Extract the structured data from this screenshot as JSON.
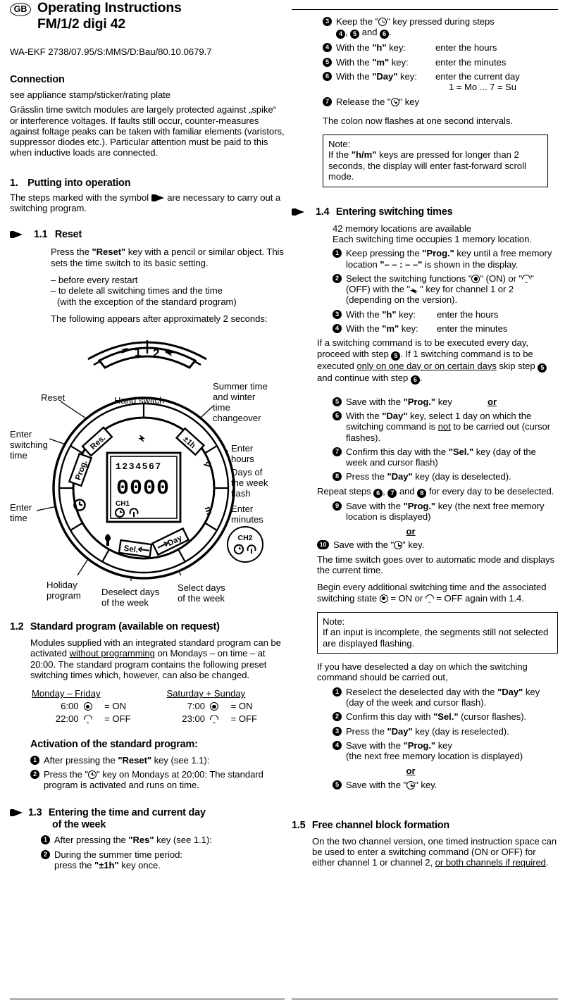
{
  "header": {
    "locale_badge": "GB",
    "title_line1": "Operating Instructions",
    "title_line2": "FM/1/2 digi 42",
    "doc_code": "WA-EKF 2738/07.95/S:MMS/D:Bau/80.10.0679.7"
  },
  "connection": {
    "heading": "Connection",
    "line1": "see appliance stamp/sticker/rating plate",
    "body": "Grässlin time switch modules are largely protected against „spike“ or interference voltages. If faults still occur, counter-measures against foltage peaks can be taken with familiar elements (varistors, suppressor diodes etc.). Particular attention must be paid to this when inductive loads are connected."
  },
  "section1": {
    "number": "1.",
    "heading": "Putting into operation",
    "intro_a": "The steps marked with the symbol",
    "intro_b": "are necessary to carry out a switching program."
  },
  "section11": {
    "number": "1.1",
    "heading": "Reset",
    "p1": "Press the",
    "key": "\"Reset\"",
    "p1b": "key with a pencil or similar object. This sets the time switch to its basic setting.",
    "bullet1": "– before every restart",
    "bullet2": "– to delete all switching times and the time",
    "bullet2b": "(with the exception of the standard program)",
    "p2": "The following appears after approximately 2 seconds:"
  },
  "arc_display": {
    "ch1": "1",
    "ch2": "2"
  },
  "diagram": {
    "labels": {
      "reset": "Reset",
      "hand_switch": "Hand switch",
      "summer_winter": "Summer time\nand winter\ntime\nchangeover",
      "enter_switching_time": "Enter\nswitching\ntime",
      "enter_hours": "Enter\nhours",
      "days_flash": "Days of\nthe week\nflash",
      "enter_time": "Enter\ntime",
      "enter_minutes": "Enter\nminutes",
      "holiday_program": "Holiday\nprogram",
      "deselect_days": "Deselect days\nof the week",
      "select_days": "Select days\nof the week"
    },
    "dial_buttons": {
      "reset": "Res.",
      "prog": "Prog.",
      "sel": "Sel.",
      "day": "Day",
      "pm1h": "±1h"
    },
    "lcd": {
      "days": "1234567",
      "time": "0000",
      "channel": "CH1"
    },
    "ch2_badge": {
      "label": "CH2"
    }
  },
  "section12": {
    "number": "1.2",
    "heading": "Standard program (available on request)",
    "p1a": "Modules supplied with an integrated standard program can be activated",
    "p1_underlined": "without programming",
    "p1b": "on Mondays – on time – at 20:00. The standard program contains the following preset switching times which, however, can also be changed.",
    "table": {
      "col1_header": "Monday – Friday",
      "col2_header": "Saturday + Sunday",
      "rows": [
        {
          "t1": "6:00",
          "s1": "on",
          "l1": "= ON",
          "t2": "7:00",
          "s2": "on",
          "l2": "= ON"
        },
        {
          "t1": "22:00",
          "s1": "off",
          "l1": "= OFF",
          "t2": "23:00",
          "s2": "off",
          "l2": "= OFF"
        }
      ]
    },
    "activation_heading": "Activation of the standard program:",
    "steps": [
      {
        "n": "1",
        "text_a": "After pressing the",
        "key": "\"Reset\"",
        "text_b": "key (see 1.1):"
      },
      {
        "n": "2",
        "text_a": "Press the \"",
        "key": "",
        "text_b": "\" key on Mondays at 20:00: The standard program is activated and runs on time."
      }
    ]
  },
  "section13": {
    "number": "1.3",
    "heading_line1": "Entering the time and current day",
    "heading_line2": "of the week",
    "steps": [
      {
        "n": "1",
        "text_a": "After pressing the",
        "key": "\"Res\"",
        "text_b": "key (see 1.1):"
      },
      {
        "n": "2",
        "text_a": "During the summer time period:",
        "key": "\"±1h\"",
        "text_b": "press the",
        "text_c": "key once."
      }
    ]
  },
  "section13_cont": {
    "steps": [
      {
        "n": "3",
        "text_a": "Keep the \"",
        "text_b": "\" key pressed during steps",
        "refs_line": "4, 5 and 6."
      },
      {
        "n": "4",
        "text_a": "With the",
        "key": "\"h\"",
        "text_b": "key:",
        "result": "enter the hours"
      },
      {
        "n": "5",
        "text_a": "With the",
        "key": "\"m\"",
        "text_b": "key:",
        "result": "enter the minutes"
      },
      {
        "n": "6",
        "text_a": "With the",
        "key": "\"Day\"",
        "text_b": "key:",
        "result": "enter the current day",
        "result2": "1 = Mo ... 7 = Su"
      },
      {
        "n": "7",
        "text_a": "Release the \"",
        "text_b": "\" key"
      }
    ],
    "colon_note": "The colon now flashes at one second intervals.",
    "note": {
      "title": "Note:",
      "body_a": "If the",
      "key": "\"h/m\"",
      "body_b": "keys are pressed for longer than 2 seconds, the display will enter fast-forward scroll mode."
    }
  },
  "section14": {
    "number": "1.4",
    "heading": "Entering switching times",
    "p1": "42 memory locations are available",
    "p2": "Each switching time occupies 1 memory location.",
    "steps": [
      {
        "n": "1",
        "a": "Keep pressing the",
        "key": "\"Prog.\"",
        "b": "key until a free memory location",
        "key2": "\"– – : – –\"",
        "c": "is shown in the display."
      },
      {
        "n": "2",
        "a": "Select the switching functions \"",
        "b": "\" (ON) or \"",
        "c": "\" (OFF) with the \"",
        "d": "\" key for channel 1 or 2 (depending on the version)."
      },
      {
        "n": "3",
        "a": "With the",
        "key": "\"h\"",
        "b": "key:",
        "result": "enter the hours"
      },
      {
        "n": "4",
        "a": "With the",
        "key": "\"m\"",
        "b": "key:",
        "result": "enter the minutes"
      }
    ],
    "para_mid_a": "If a switching command is to be executed every day, proceed with step",
    "para_mid_b": ". If 1 switching command is to be executed",
    "para_mid_underline": "only on one day or on certain days",
    "para_mid_c": "skip step",
    "para_mid_d": "and continue with step",
    "steps2": [
      {
        "n": "5",
        "a": "Save with the",
        "key": "\"Prog.\"",
        "b": "key",
        "or": "or"
      },
      {
        "n": "6",
        "a": "With the",
        "key": "\"Day\"",
        "b": "key, select 1 day on which the switching command is",
        "u": "not",
        "c": "to be carried out (cursor flashes)."
      },
      {
        "n": "7",
        "a": "Confirm this day with the",
        "key": "\"Sel.\"",
        "b": "key (day of the week and cursor flash)"
      },
      {
        "n": "8",
        "a": "Press the",
        "key": "\"Day\"",
        "b": "key (day is deselected)."
      }
    ],
    "repeat_a": "Repeat steps",
    "repeat_b": ",",
    "repeat_c": "and",
    "repeat_d": "for every day to be deselected.",
    "steps3": [
      {
        "n": "9",
        "a": "Save with the",
        "key": "\"Prog.\"",
        "b": "key (the next free memory location is displayed)"
      }
    ],
    "or_label": "or",
    "step10": {
      "n": "10",
      "a": "Save with the \"",
      "b": "\" key."
    },
    "auto_p": "The time switch goes over to automatic mode and displays the current time.",
    "begin_a": "Begin every additional switching time and the associated switching state",
    "begin_b": "= ON or",
    "begin_c": "= OFF again with 1.4.",
    "note2": {
      "title": "Note:",
      "body": "If an input is incomplete, the segments still not selected are displayed flashing."
    },
    "deselect_p": "If you have deselected a day on which the switching command should be carried out,",
    "steps4": [
      {
        "n": "1",
        "a": "Reselect the deselected day with the",
        "key": "\"Day\"",
        "b": "key (day of the week and cursor flash)."
      },
      {
        "n": "2",
        "a": "Confirm this day with",
        "key": "\"Sel.\"",
        "b": "(cursor flashes)."
      },
      {
        "n": "3",
        "a": "Press the",
        "key": "\"Day\"",
        "b": "key (day is reselected)."
      },
      {
        "n": "4",
        "a": "Save with the",
        "key": "\"Prog.\"",
        "b": "key",
        "c": "(the next free memory location is displayed)"
      }
    ],
    "or_label2": "or",
    "step5_final": {
      "n": "5",
      "a": "Save with the \"",
      "b": "\" key."
    }
  },
  "section15": {
    "number": "1.5",
    "heading": "Free channel block formation",
    "p_a": "On the two channel version, one timed instruction space can be used to enter a switching command (ON or OFF) for either channel 1 or channel 2,",
    "p_underline": "or both channels if required",
    "p_end": "."
  }
}
